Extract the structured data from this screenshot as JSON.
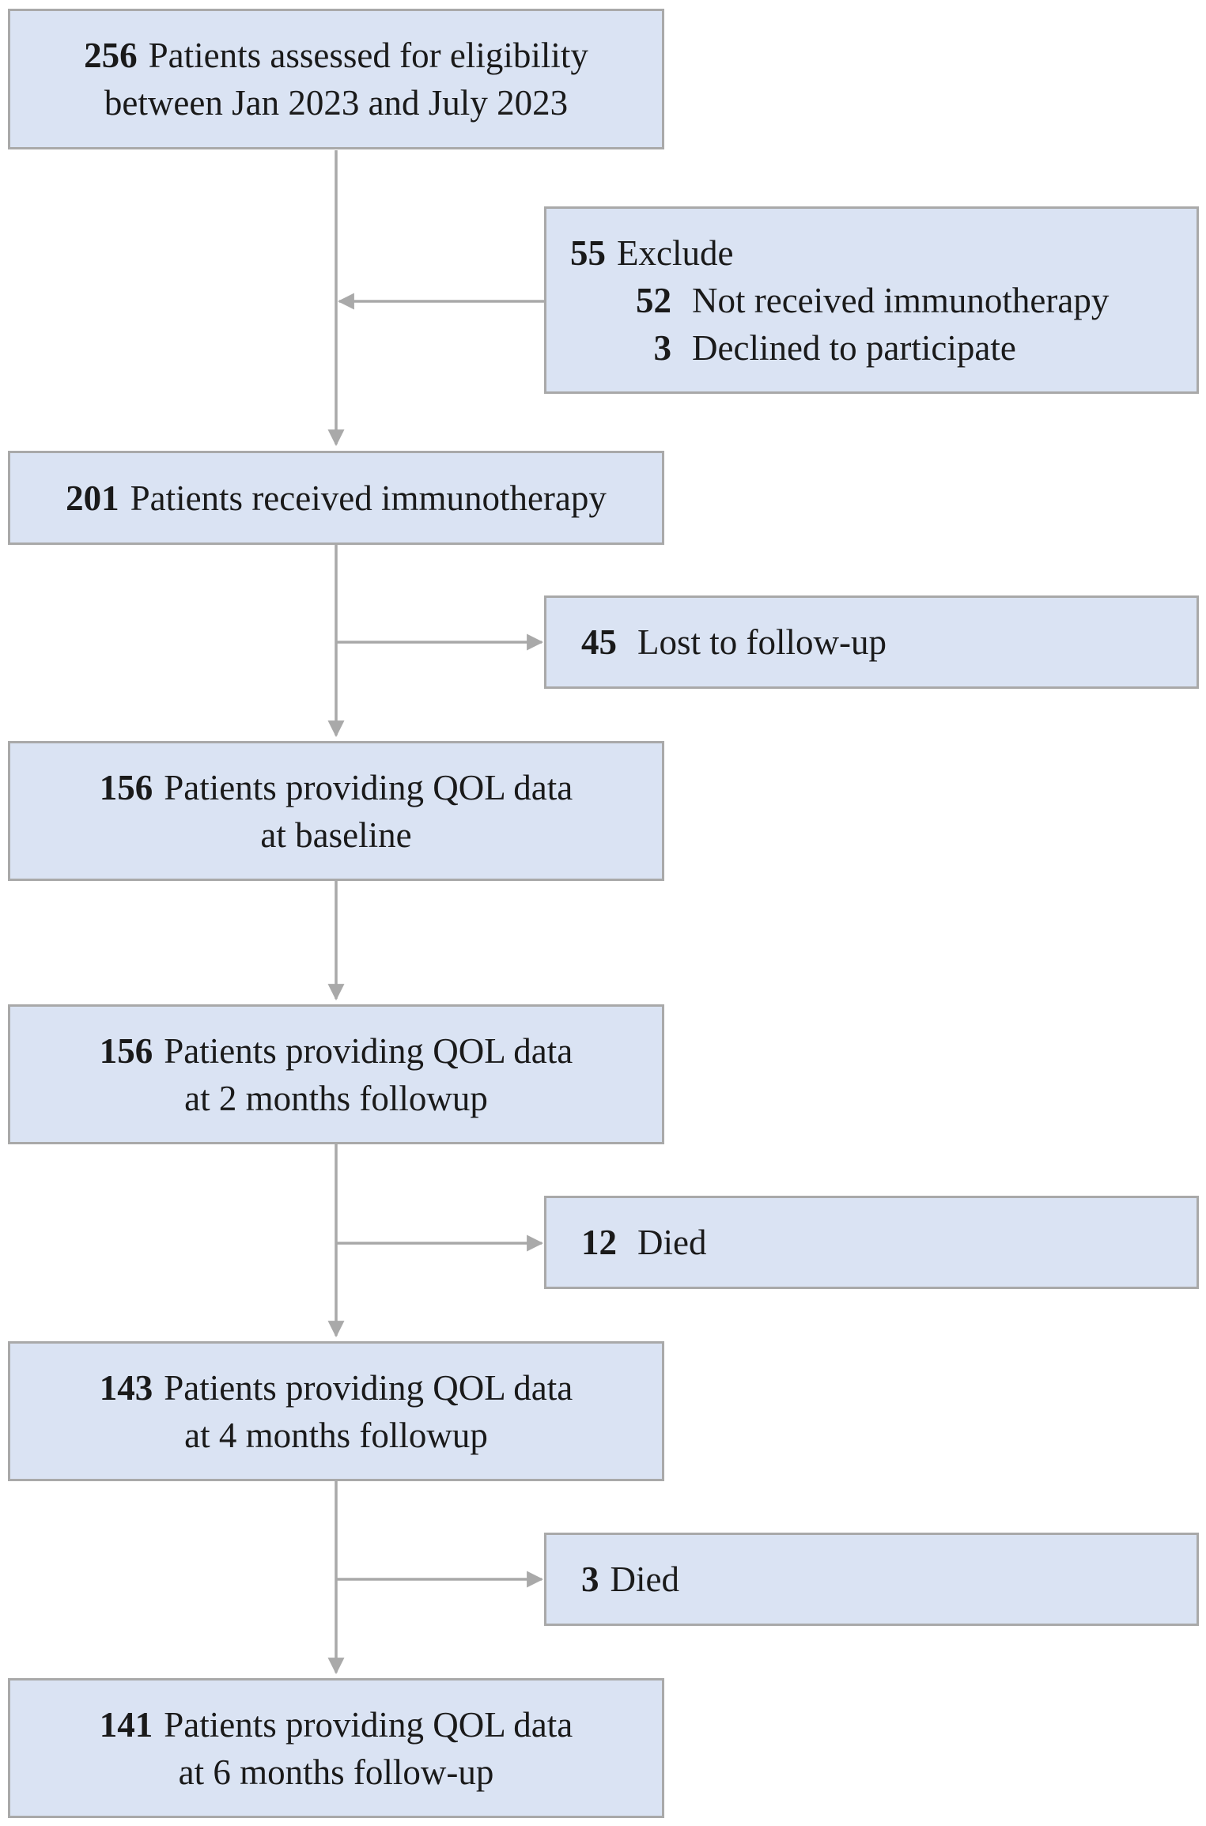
{
  "boxes": {
    "assessed": {
      "count": "256",
      "line1": "Patients assessed for eligibility",
      "line2": "between Jan 2023 and July 2023"
    },
    "excluded": {
      "count": "55",
      "label": "Exclude",
      "reasons": [
        {
          "count": "52",
          "label": "Not received immunotherapy"
        },
        {
          "count": "3",
          "label": "Declined to participate"
        }
      ]
    },
    "received": {
      "count": "201",
      "line1": "Patients received immunotherapy"
    },
    "lost": {
      "count": "45",
      "label": "Lost to follow-up"
    },
    "baseline": {
      "count": "156",
      "line1": "Patients providing QOL data",
      "line2": "at baseline"
    },
    "month2": {
      "count": "156",
      "line1": "Patients providing QOL data",
      "line2": "at 2 months followup"
    },
    "died1": {
      "count": "12",
      "label": "Died"
    },
    "month4": {
      "count": "143",
      "line1": "Patients providing QOL data",
      "line2": "at 4 months followup"
    },
    "died2": {
      "count": "3",
      "label": "Died"
    },
    "month6": {
      "count": "141",
      "line1": "Patients providing QOL data",
      "line2": "at 6 months follow-up"
    }
  },
  "colors": {
    "box_fill": "#dae3f3",
    "box_border": "#a9a9a9",
    "connector": "#a9a9a9",
    "text": "#1a1a1a"
  }
}
